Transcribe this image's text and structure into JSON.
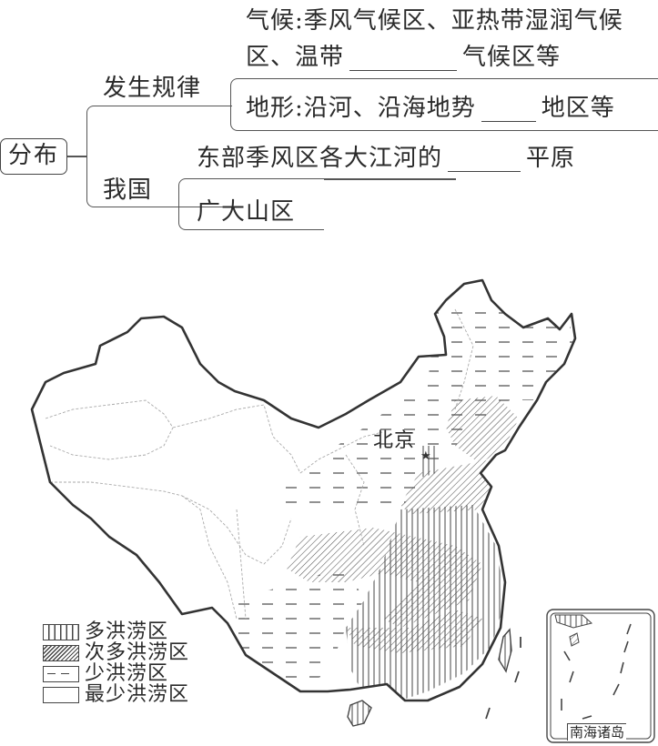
{
  "diagram": {
    "root": {
      "label": "分布"
    },
    "branches": [
      {
        "label": "发生规律",
        "items": [
          {
            "line1": "气候:季风气候区、亚热带湿润气候",
            "line2_prefix": "区、温带",
            "blank": "",
            "line2_suffix": "气候区等"
          },
          {
            "prefix": "地形:沿河、沿海地势",
            "blank": "",
            "suffix": "地区等"
          }
        ]
      },
      {
        "label": "我国",
        "items": [
          {
            "prefix": "东部季风区各大江河的",
            "blank": "",
            "suffix": "平原"
          },
          {
            "text": "广大山区"
          }
        ]
      }
    ]
  },
  "map": {
    "capital_label": "北京",
    "capital_icon": "star-icon",
    "inset_label": "南海诸岛",
    "legend": [
      {
        "pattern": "vertical-lines",
        "label": "多洪涝区"
      },
      {
        "pattern": "diagonal-hatch",
        "label": "次多洪涝区"
      },
      {
        "pattern": "dashes",
        "label": "少洪涝区"
      },
      {
        "pattern": "blank",
        "label": "最少洪涝区"
      }
    ]
  }
}
